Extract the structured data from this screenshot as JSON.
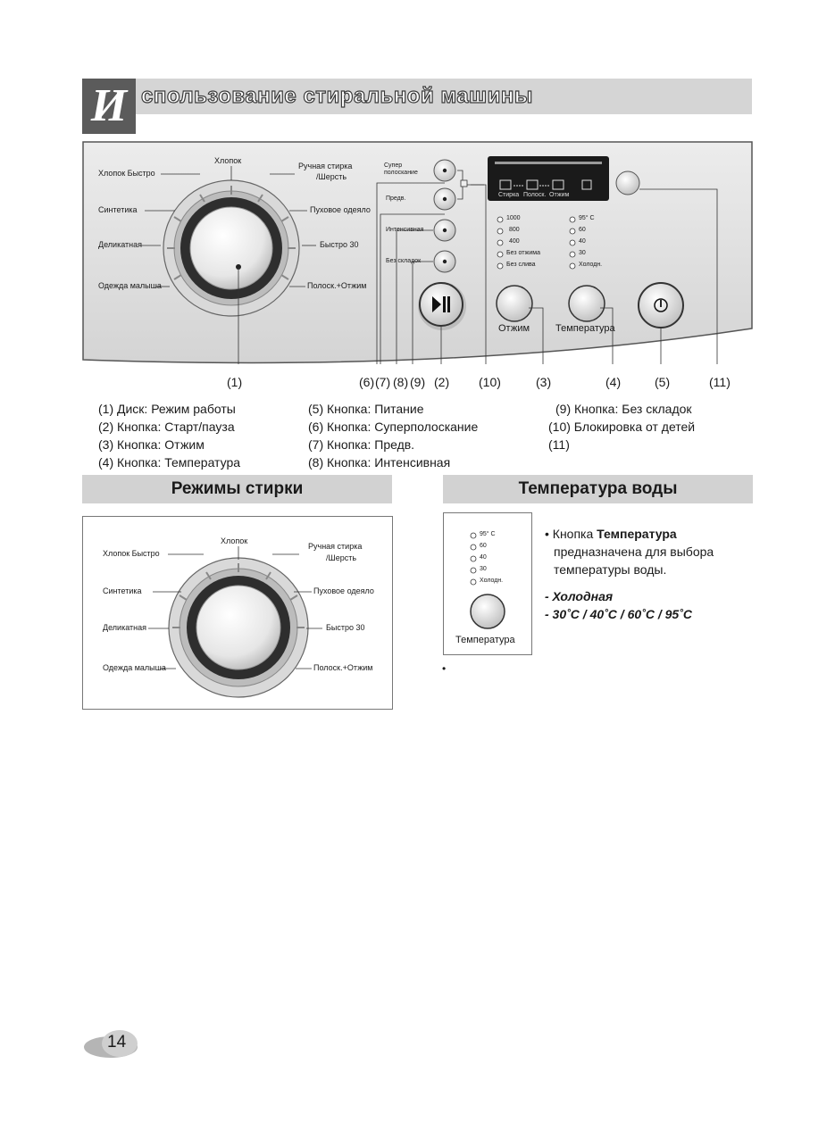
{
  "header": {
    "initial": "И",
    "rest": "спользование стиральной машины"
  },
  "panel": {
    "dial_labels": {
      "top": "Хлопок",
      "cotton_fast": "Хлопок Быстро",
      "synthetic": "Синтетика",
      "delicate": "Деликатная",
      "baby": "Одежда малыша",
      "hand_wool_1": "Ручная стирка",
      "hand_wool_2": "/Шерсть",
      "duvet": "Пуховое одеяло",
      "fast30": "Быстро 30",
      "rinse_spin": "Полоск.+Отжим"
    },
    "option_labels": {
      "super_rinse_1": "Супер",
      "super_rinse_2": "полоскание",
      "prewash": "Предв.",
      "intensive": "Интенсивная",
      "no_crease": "Без складок"
    },
    "display_steps": [
      "Стирка",
      "Полоск.",
      "Отжим"
    ],
    "spin_options": [
      "1000",
      "800",
      "400",
      "Без отжима",
      "Без слива"
    ],
    "temp_options": [
      "95° C",
      "60",
      "40",
      "30",
      "Холодн."
    ],
    "spin_button": "Отжим",
    "temp_button": "Температура"
  },
  "callouts": [
    "(1)",
    "(6)",
    "(7)",
    "(8)",
    "(9)",
    "(2)",
    "(10)",
    "(3)",
    "(4)",
    "(5)",
    "(11)"
  ],
  "legend": {
    "col1": [
      "(1) Диск: Режим работы",
      "(2) Кнопка: Старт/пауза",
      "(3) Кнопка: Отжим",
      "(4) Кнопка: Температура"
    ],
    "col2": [
      "(5) Кнопка: Питание",
      "(6) Кнопка: Суперполоскание",
      "(7) Кнопка: Предв.",
      "(8) Кнопка: Интенсивная"
    ],
    "col3": [
      "(9) Кнопка: Без складок",
      "(10) Блокировка от детей",
      "(11)"
    ]
  },
  "sections": {
    "wash_modes": "Режимы стирки",
    "water_temp": "Температура воды"
  },
  "temp_section": {
    "options": [
      "95° C",
      "60",
      "40",
      "30",
      "Холодн."
    ],
    "button_label": "Температура",
    "desc_prefix": "Кнопка ",
    "desc_bold": "Температура",
    "desc_line2": "предназначена для выбора",
    "desc_line3": "температуры воды.",
    "cold": "- Холодная",
    "values": "- 30˚C / 40˚C / 60˚C / 95˚C"
  },
  "page_number": "14"
}
